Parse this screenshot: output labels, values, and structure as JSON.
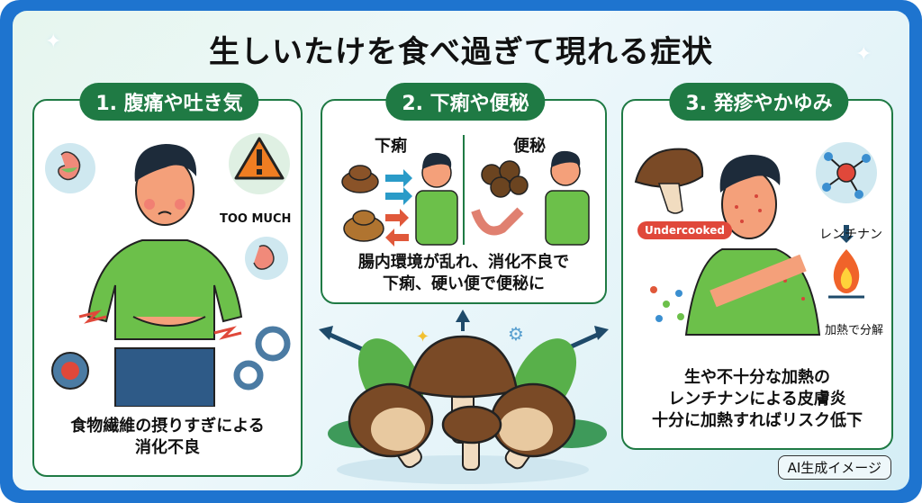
{
  "title": "生しいたけを食べ過ぎて現れる症状",
  "cards": [
    {
      "label": "1. 腹痛や吐き気",
      "badge_text": "TOO MUCH",
      "caption_lines": [
        "食物繊維の摂りすぎによる",
        "消化不良"
      ]
    },
    {
      "label": "2. 下痢や便秘",
      "sub_left": "下痢",
      "sub_right": "便秘",
      "caption_lines": [
        "腸内環境が乱れ、消化不良で",
        "下痢、硬い便で便秘に"
      ]
    },
    {
      "label": "3. 発疹やかゆみ",
      "tag_text": "Undercooked",
      "molecule_label": "レンチナン",
      "heat_label": "加熱で分解",
      "caption_lines": [
        "生や不十分な加熱の",
        "レンチナンによる皮膚炎",
        "十分に加熱すればリスク低下"
      ]
    }
  ],
  "footer_badge": "AI生成イメージ",
  "colors": {
    "frame": "#1e74cf",
    "card_border": "#1f7a44",
    "label_bg": "#1f7a44",
    "warning": "#ef7d22",
    "tag": "#e0483a"
  }
}
